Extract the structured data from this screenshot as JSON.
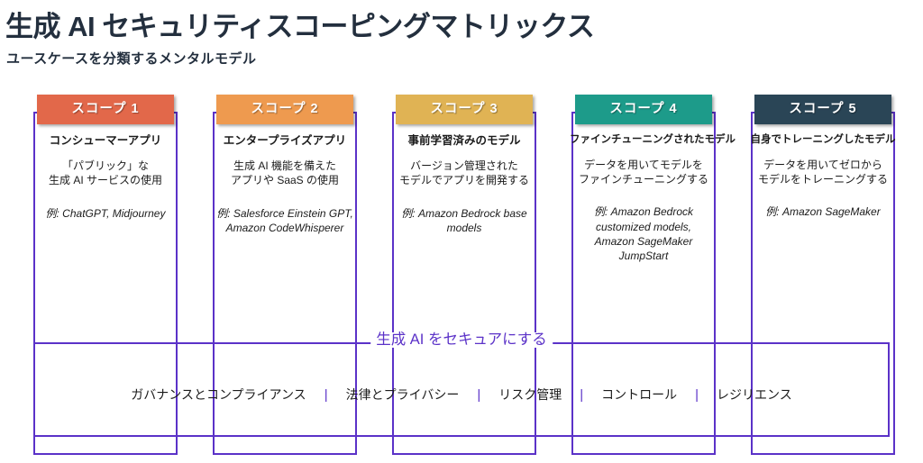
{
  "header": {
    "title": "生成 AI セキュリティスコーピングマトリックス",
    "subtitle": "ユースケースを分類するメンタルモデル"
  },
  "colors": {
    "scope1": "#E2684A",
    "scope2": "#EE9A4F",
    "scope3": "#E0B354",
    "scope4": "#1D9B8A",
    "scope5": "#2A4556",
    "connector": "#5B32C8",
    "title": "#232F3E"
  },
  "scopes": [
    {
      "badge": "スコープ 1",
      "name": "コンシューマーアプリ",
      "description": "「パブリック」な\n生成 AI サービスの使用",
      "example": "例: ChatGPT, Midjourney",
      "color": "#E2684A"
    },
    {
      "badge": "スコープ 2",
      "name": "エンタープライズアプリ",
      "description": "生成 AI 機能を備えた\nアプリや SaaS の使用",
      "example": "例: Salesforce Einstein GPT, Amazon CodeWhisperer",
      "color": "#EE9A4F"
    },
    {
      "badge": "スコープ 3",
      "name": "事前学習済みのモデル",
      "description": "バージョン管理された\nモデルでアプリを開発する",
      "example": "例: Amazon Bedrock base models",
      "color": "#E0B354"
    },
    {
      "badge": "スコープ 4",
      "name": "ファインチューニングされたモデル",
      "description": "データを用いてモデルを\nファインチューニングする",
      "example": "例: Amazon Bedrock customized models, Amazon SageMaker JumpStart",
      "color": "#1D9B8A"
    },
    {
      "badge": "スコープ 5",
      "name": "自身でトレーニングしたモデル",
      "description": "データを用いてゼロから\nモデルをトレーニングする",
      "example": "例: Amazon SageMaker",
      "color": "#2A4556"
    }
  ],
  "secure_band": {
    "title": "生成 AI をセキュアにする",
    "separator": "|",
    "pillars": [
      "ガバナンスとコンプライアンス",
      "法律とプライバシー",
      "リスク管理",
      "コントロール",
      "レジリエンス"
    ]
  }
}
